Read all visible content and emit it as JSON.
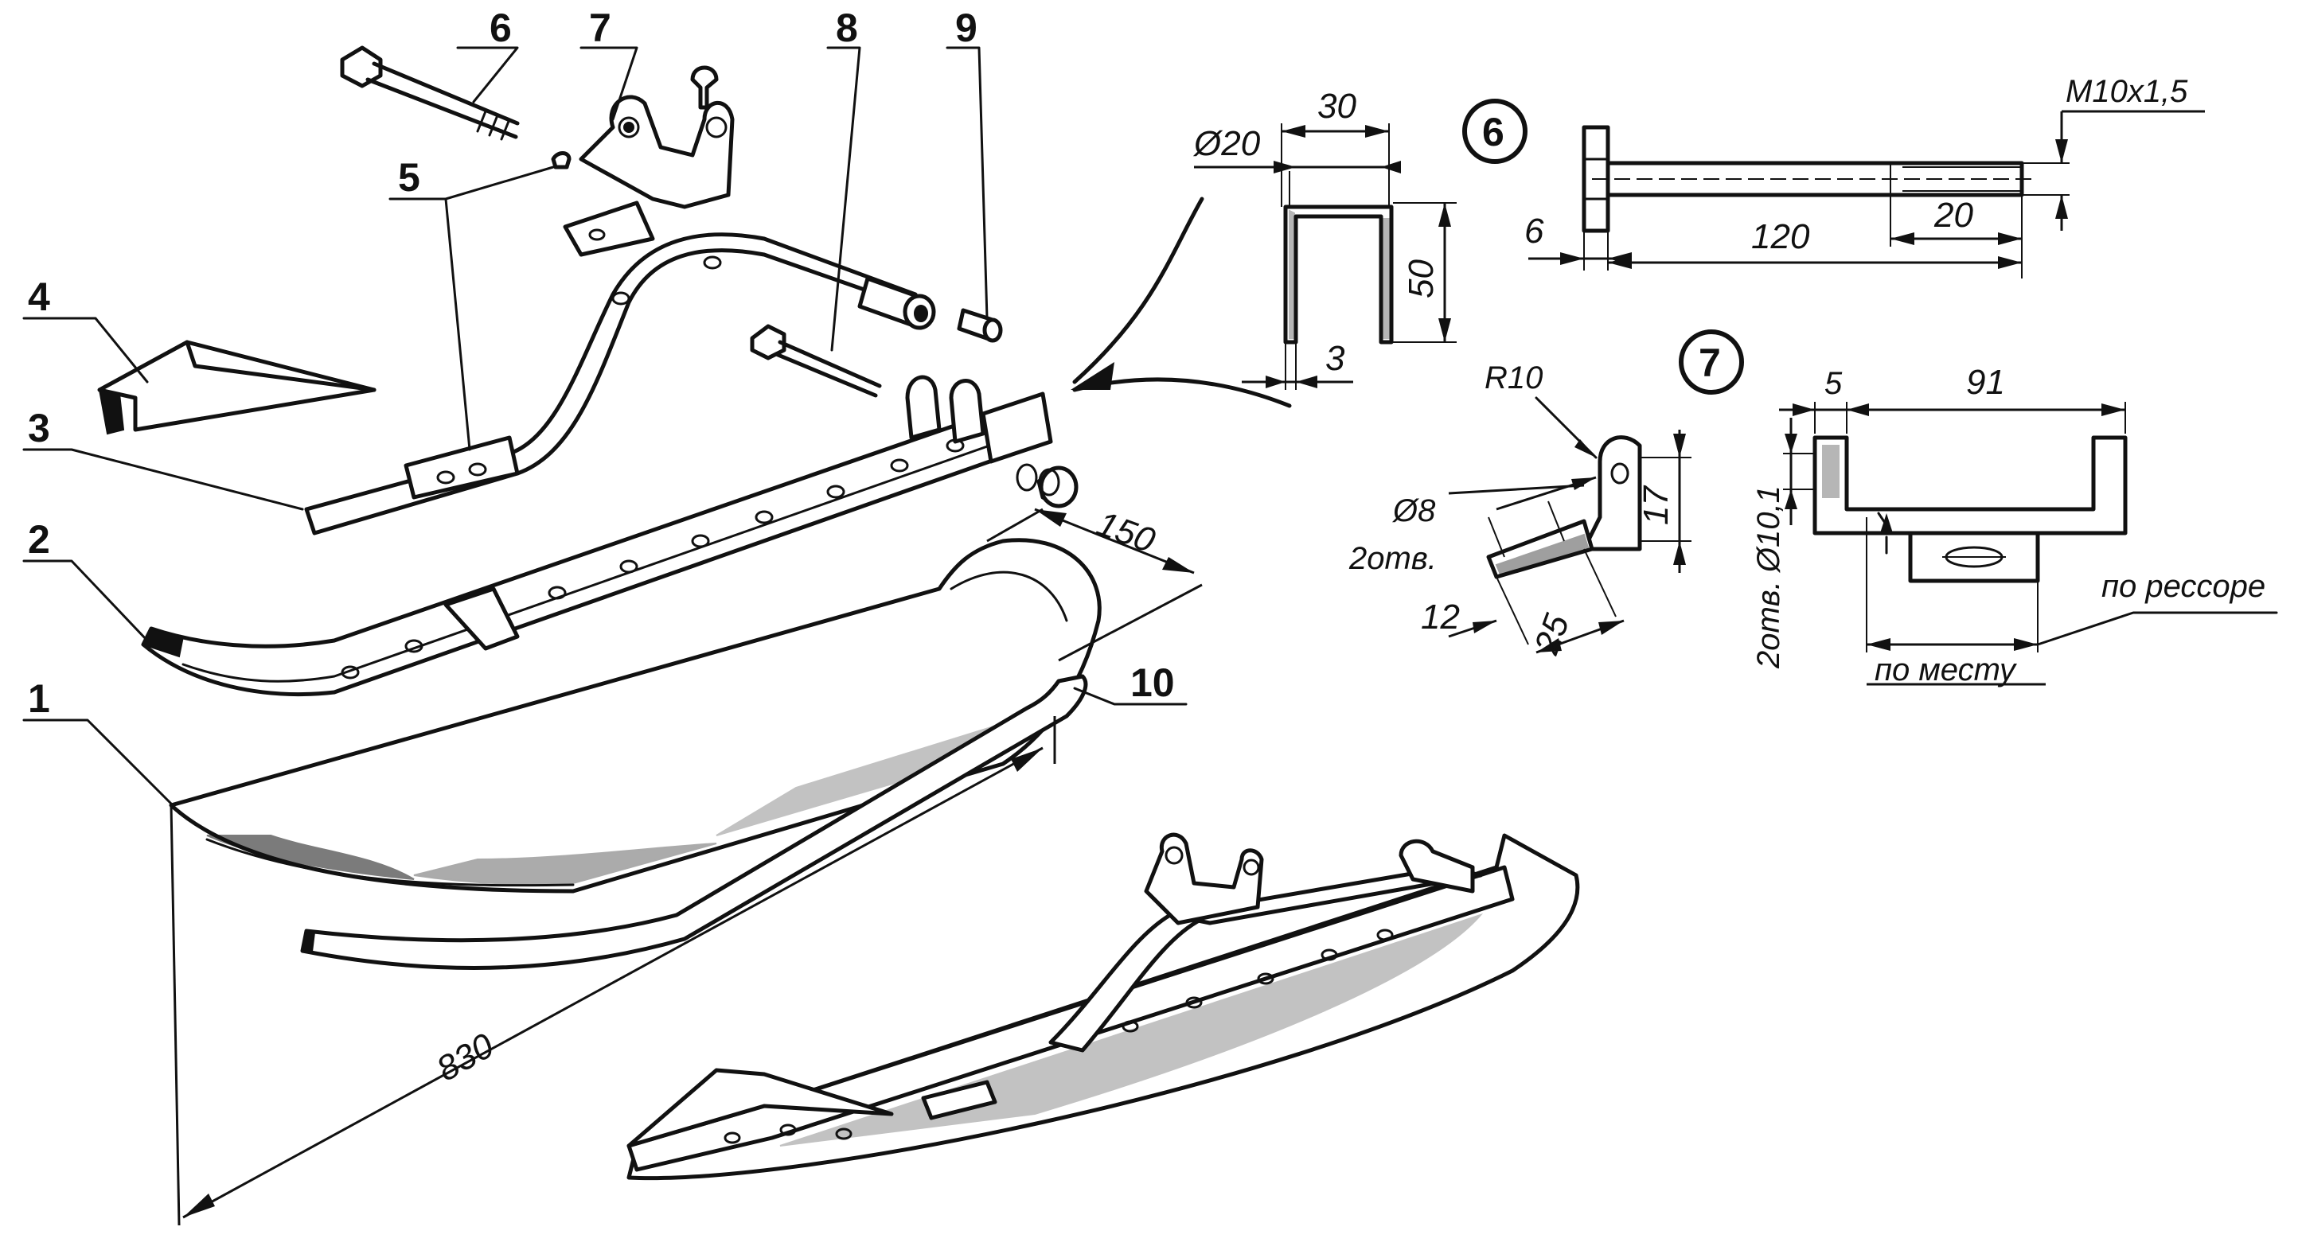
{
  "parts": {
    "p1": "1",
    "p2": "2",
    "p3": "3",
    "p4": "4",
    "p5": "5",
    "p6": "6",
    "p7": "7",
    "p8": "8",
    "p9": "9",
    "p10": "10"
  },
  "dims": {
    "length_830": "830",
    "width_150": "150",
    "bracket_30": "30",
    "bracket_d20": "Ø20",
    "bracket_50": "50",
    "bracket_3": "3",
    "bolt_thread": "M10x1,5",
    "bolt_6": "6",
    "bolt_120": "120",
    "bolt_20": "20",
    "lug_r10": "R10",
    "lug_17": "17",
    "lug_d8": "Ø8",
    "lug_2holes": "2отв.",
    "lug_12": "12",
    "lug_25": "25",
    "d7_5": "5",
    "d7_91": "91",
    "d7_holes": "2отв. Ø10,1",
    "d7_spring": "по рессоре",
    "d7_place": "по месту"
  },
  "detail_labels": {
    "d6": "6",
    "d7": "7"
  }
}
